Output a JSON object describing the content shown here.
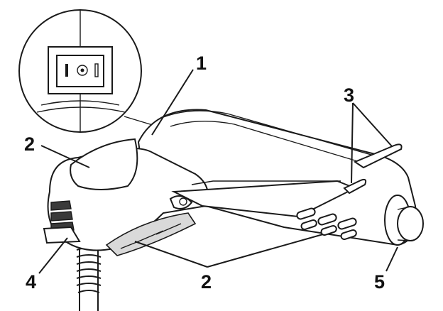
{
  "figure": {
    "callouts": {
      "c1": "1",
      "c2_top": "2",
      "c2_bottom": "2",
      "c3": "3",
      "c4": "4",
      "c5": "5"
    },
    "colors": {
      "line": "#1a1a1a",
      "light_grey": "#d9d9d9",
      "dark_grey": "#3a3a3a",
      "background": "#ffffff"
    }
  }
}
